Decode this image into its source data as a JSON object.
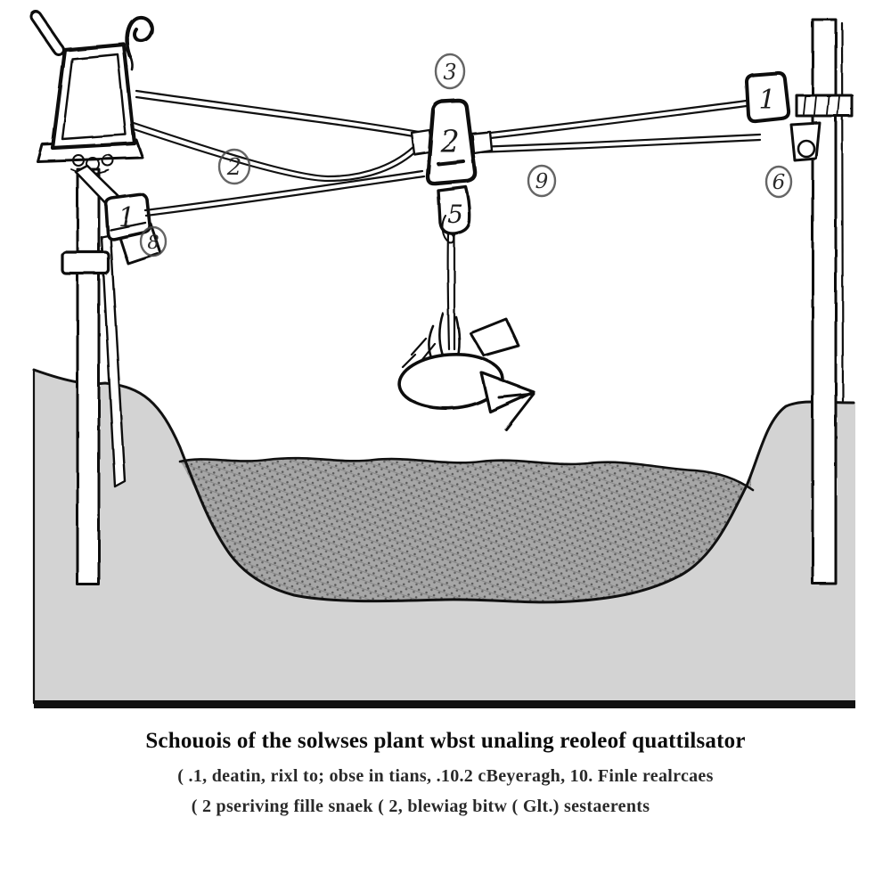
{
  "figure": {
    "caption": {
      "title": "Schouois of the solwses plant wbst unaling reoleof quattilsator",
      "line2": "( .1, deatin, rixl to; obse in tians, .10.2 cBeyeragh, 10. Finle realrcaes",
      "line3": "( 2 pseriving fille snaek ( 2, blewiag bitw ( Glt.) sestaerents"
    },
    "labels": {
      "left_block": "1",
      "span_left": "2",
      "left_small": "8",
      "top_center": "3",
      "carrier": "2",
      "hook": "5",
      "span_right": "9",
      "right_block": "1",
      "right_lower": "6"
    },
    "colors": {
      "ink": "#111111",
      "ground": "#d3d3d3",
      "sediment": "#a6a6a6",
      "bg": "#ffffff"
    }
  }
}
